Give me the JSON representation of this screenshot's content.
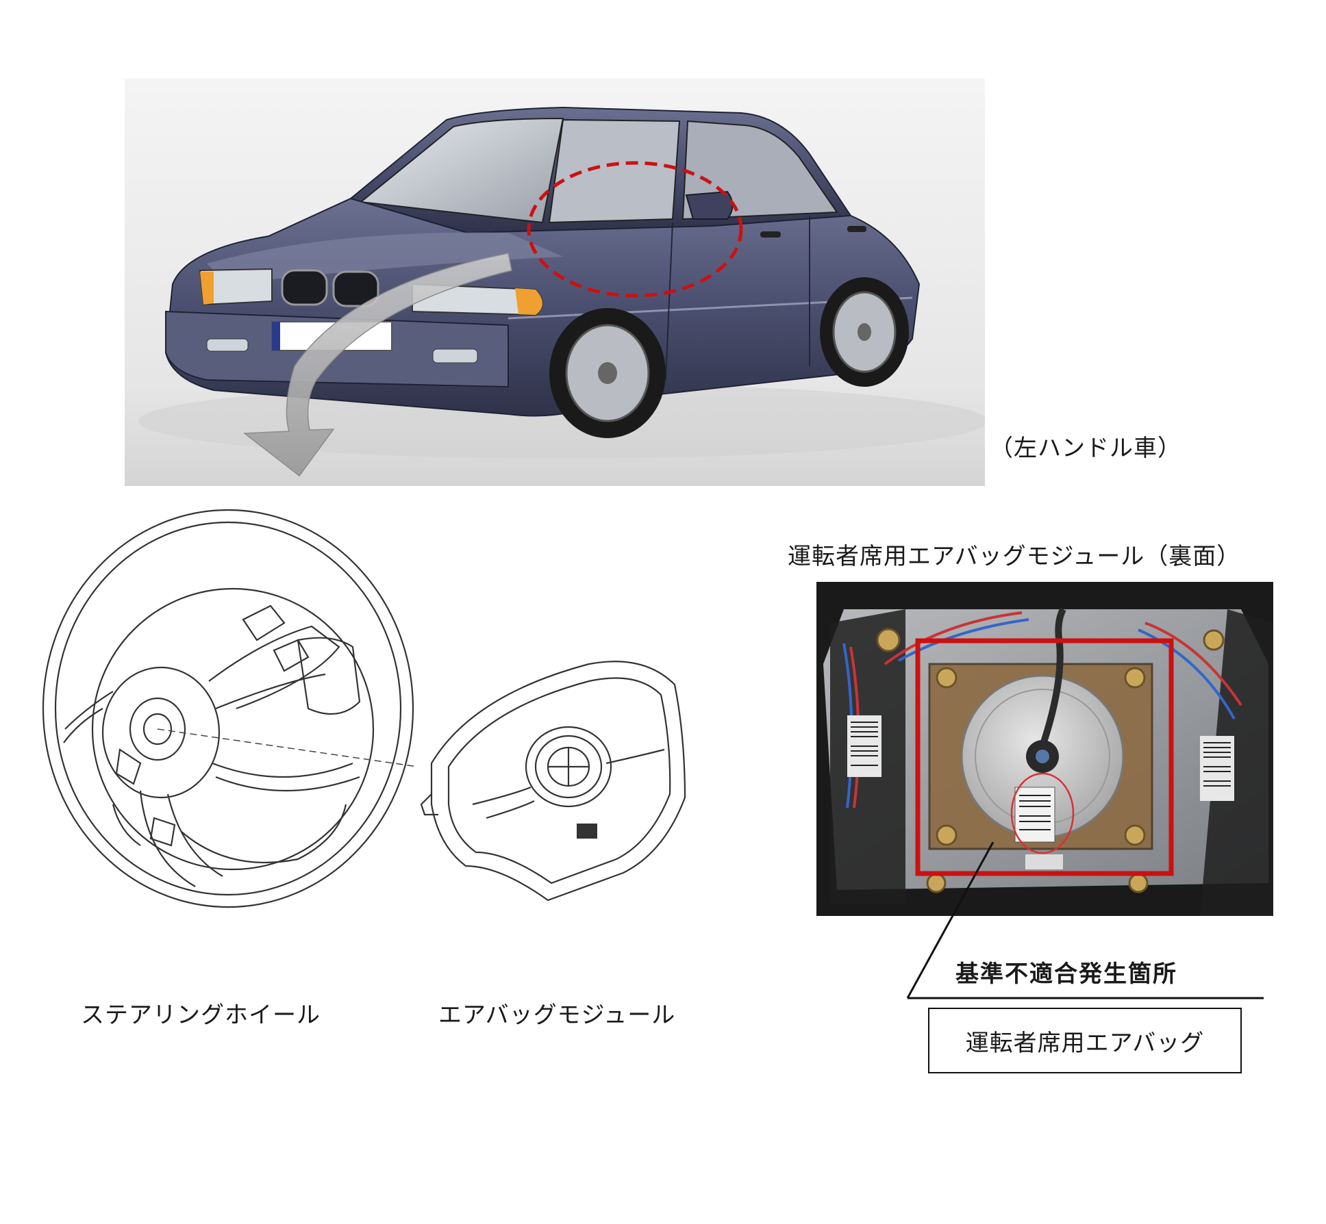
{
  "car": {
    "caption": "（左ハンドル車）",
    "body_color": "#4a4d6b",
    "highlight_color": "#cc1111"
  },
  "steering": {
    "wheel_label": "ステアリングホイール",
    "module_label": "エアバッグモジュール"
  },
  "module_back": {
    "title": "運転者席用エアバッグモジュール（裏面）",
    "defect_label": "基準不適合発生箇所",
    "part_label": "運転者席用エアバッグ",
    "highlight_color": "#cc1111"
  }
}
